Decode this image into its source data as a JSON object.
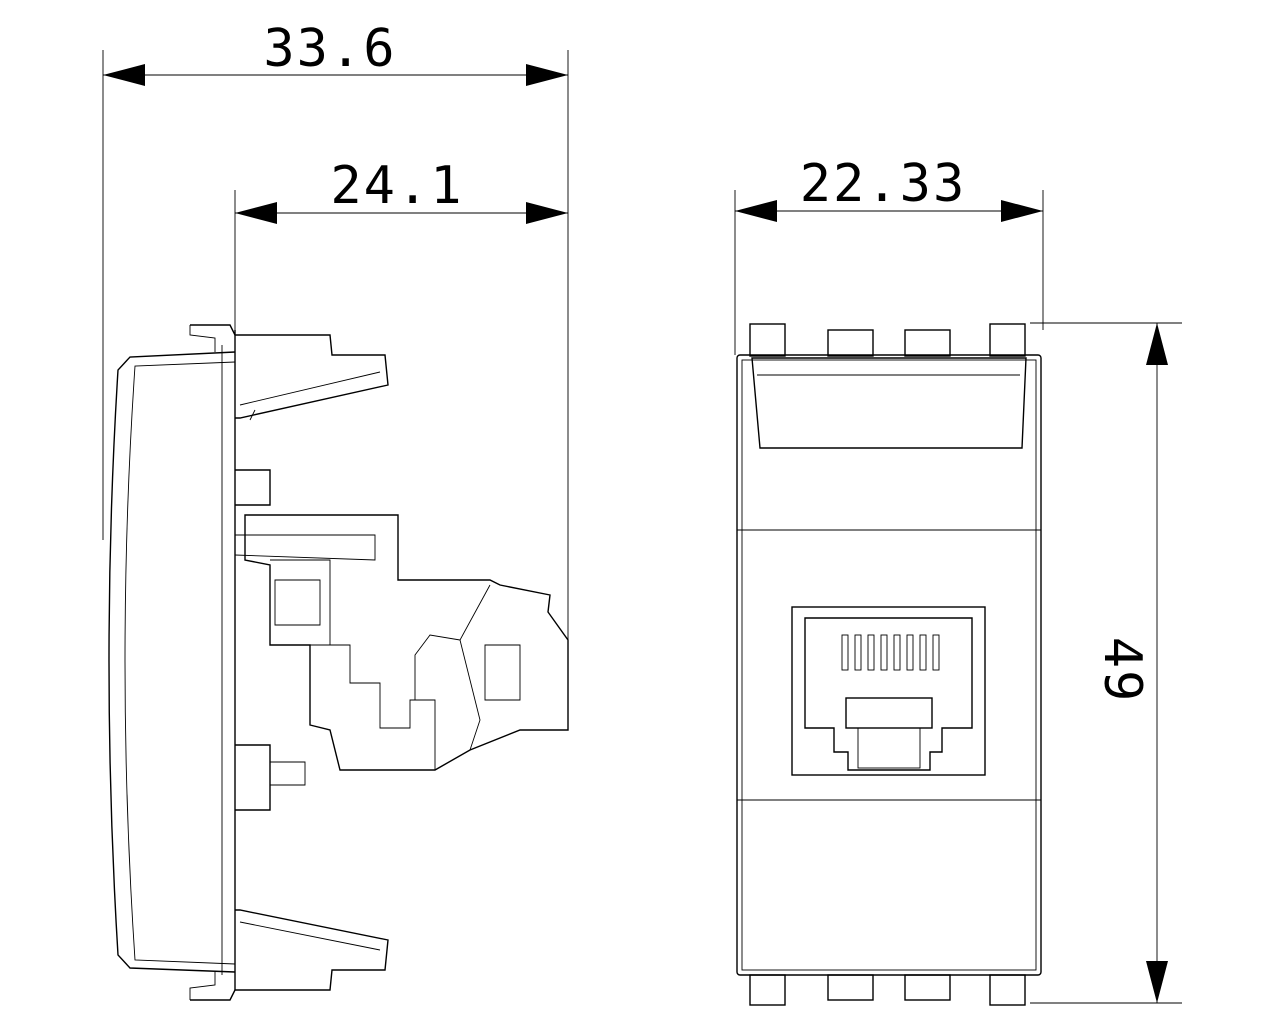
{
  "drawing": {
    "units": "mm",
    "dimensions": {
      "overall_depth": "33.6",
      "body_depth": "24.1",
      "width": "22.33",
      "height": "49"
    }
  }
}
